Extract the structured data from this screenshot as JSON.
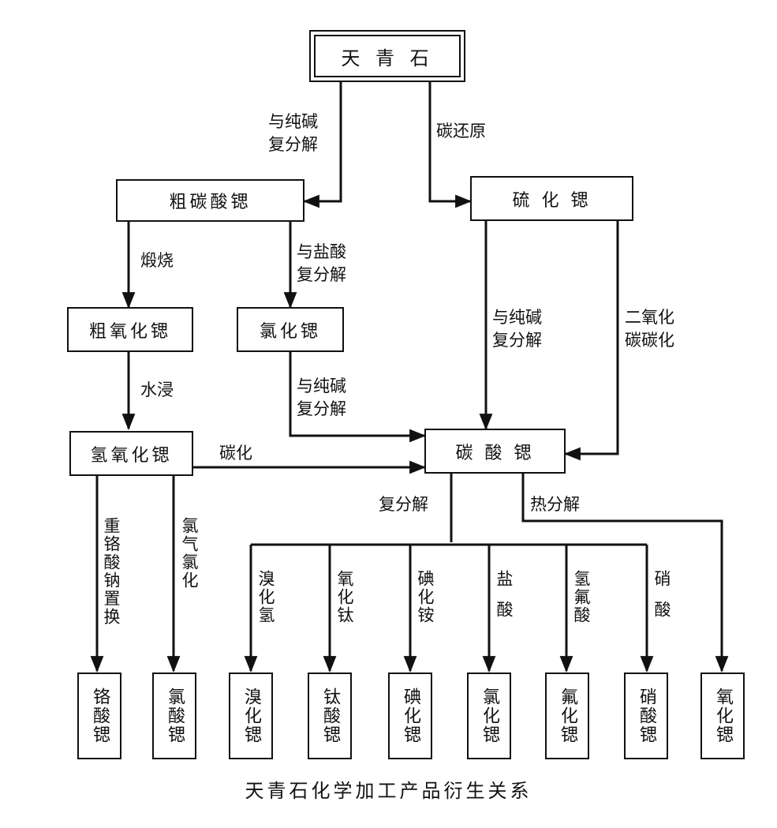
{
  "caption": "天青石化学加工产品衍生关系",
  "nodes": {
    "celestite": "天 青 石",
    "crude_srco3": "粗碳酸锶",
    "srs": "硫 化 锶",
    "crude_sro": "粗氧化锶",
    "srcl2": "氯化锶",
    "sroh2": "氢氧化锶",
    "srco3": "碳 酸 锶",
    "srcro4": "铬酸锶",
    "srclo3": "氯酸锶",
    "srbr2": "溴化锶",
    "srtio3": "钛酸锶",
    "sri2": "碘化锶",
    "srcl2_b": "氯化锶",
    "srf2": "氟化锶",
    "srno3": "硝酸锶",
    "sro": "氧化锶"
  },
  "edges": {
    "soda_exchange_1": "与纯碱\n复分解",
    "carbon_reduction": "碳还原",
    "calcine": "煅烧",
    "hcl_exchange": "与盐酸\n复分解",
    "soda_exchange_2": "与纯碱\n复分解",
    "co2_carbonation": "二氧化\n碳碳化",
    "water_leach": "水浸",
    "soda_exchange_3": "与纯碱\n复分解",
    "carbonation": "碳化",
    "double_decomp": "复分解",
    "thermal_decomp": "热分解",
    "dichromate": "重铬酸钠置换",
    "chlorine": "氯气氯化",
    "hbr": "溴化氢",
    "tio2": "氧化钛",
    "nh4i": "碘化铵",
    "hcl": "盐酸",
    "hf": "氢氟酸",
    "hno3": "硝酸"
  }
}
